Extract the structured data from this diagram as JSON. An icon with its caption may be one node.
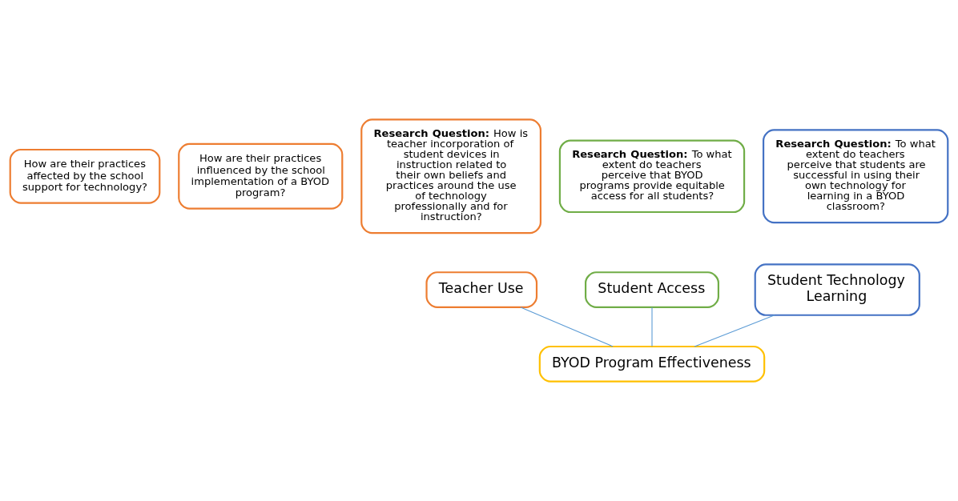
{
  "diagram": {
    "nodes": [
      {
        "text": [
          "How are their practices affected by the school support for technology?"
        ]
      },
      {
        "text": [
          "How are their practices influenced by the school implementation of a BYOD program?"
        ]
      },
      {
        "text": [
          "**Research Question:** How is teacher incorporation of student devices in instruction related to their own beliefs and practices around the use of technology professionally and for instruction?"
        ]
      },
      {
        "text": [
          "Teacher Use"
        ]
      },
      {
        "text": [
          "**Research Question:** To what extent do teachers perceive that BYOD programs provide equitable access for all students?"
        ]
      },
      {
        "text": [
          "Student Access"
        ]
      },
      {
        "text": [
          "**Research Question:** To what extent do teachers perceive that students are successful in using their own technology for learning in a BYOD classroom?"
        ]
      },
      {
        "text": [
          "Student Technology Learning"
        ]
      },
      {
        "text": [
          "BYOD Program Effectiveness"
        ]
      }
    ],
    "edges": [
      {
        "from": 3,
        "to": 8,
        "arrow": "none"
      },
      {
        "from": 5,
        "to": 8,
        "arrow": "none"
      },
      {
        "from": 7,
        "to": 8,
        "arrow": "none"
      }
    ]
  }
}
